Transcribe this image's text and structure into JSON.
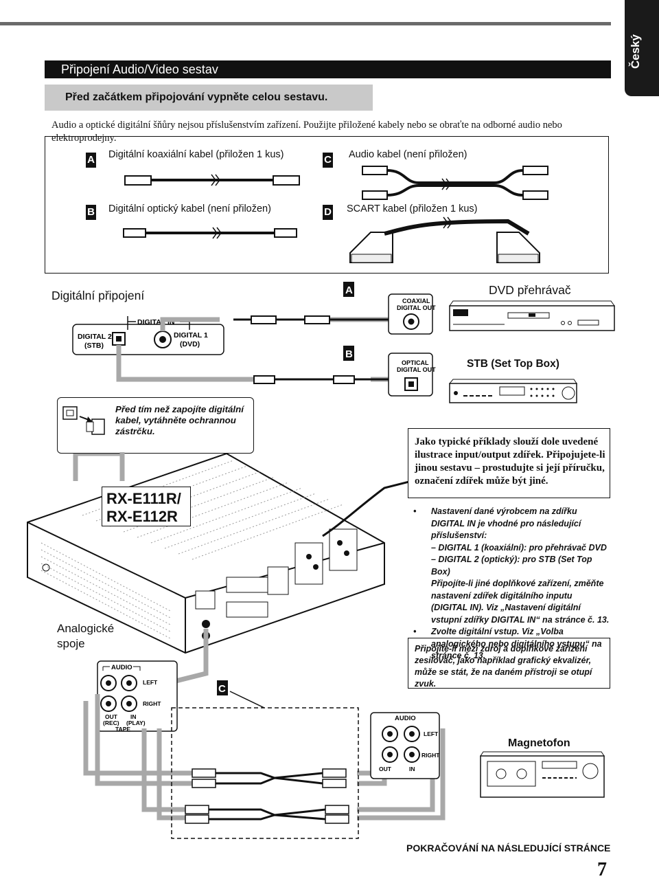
{
  "lang_tab": "Český",
  "section_title": "Připojení Audio/Video sestav",
  "warning": "Před začátkem připojování vypněte celou sestavu.",
  "intro": "Audio a optické digitální šňůry nejsou příslušenstvím zařízení. Použijte přiložené kabely nebo se obraťte na odborné audio nebo elektroprodejny.",
  "cables": {
    "a": {
      "letter": "A",
      "label": "Digitální koaxiální kabel (přiložen 1 kus)"
    },
    "b": {
      "letter": "B",
      "label": "Digitální optický kabel (není přiložen)"
    },
    "c": {
      "letter": "C",
      "label": "Audio kabel (není přiložen)"
    },
    "d": {
      "letter": "D",
      "label": "SCART kabel (přiložen 1 kus)"
    }
  },
  "digital": {
    "heading": "Digitální připojení",
    "digital_in": "DIGITAL IN",
    "digital2": "DIGITAL 2",
    "stb_paren": "(STB)",
    "digital1": "DIGITAL 1",
    "dvd_paren": "(DVD)",
    "coaxial": "COAXIAL",
    "optical": "OPTICAL",
    "digital_out": "DIGITAL OUT",
    "dvd_player": "DVD přehrávač",
    "stb": "STB (Set Top Box)",
    "callout_a": "A",
    "callout_b": "B",
    "cap_note": "Před tím než zapojíte digitální kabel, vytáhněte ochrannou zástrčku."
  },
  "model_line1": "RX-E111R/",
  "model_line2": "RX-E112R",
  "analog": {
    "heading_line1": "Analogické",
    "heading_line2": "spoje",
    "audio": "AUDIO",
    "left": "LEFT",
    "right": "RIGHT",
    "out": "OUT",
    "rec": "(REC)",
    "in": "IN",
    "play": "(PLAY)",
    "tape": "TAPE",
    "callout_c": "C",
    "tape_deck": "Magnetofon"
  },
  "note_typical": "Jako typické příklady slouží dole uvedené ilustrace input/output zdířek. Připojujete-li jinou sestavu – prostudujte si její příručku, označení zdířek může být jiné.",
  "bullets": [
    {
      "lines": [
        "Nastavení dané výrobcem na zdířku DIGITAL IN je vhodné pro následující příslušenství:",
        "– DIGITAL 1 (koaxiální): pro přehrávač DVD",
        "– DIGITAL 2 (optický): pro STB (Set Top Box)",
        "Připojíte-li jiné doplňkové zařízení, změňte nastavení zdířek digitálního inputu (DIGITAL IN). Viz „Nastavení digitální vstupní zdířky DIGITAL IN“ na stránce č. 13."
      ]
    },
    {
      "lines": [
        "Zvolte digitální vstup. Viz „Volba analogického nebo digitálního vstupu“ na stránce č. 13."
      ]
    }
  ],
  "equalizer_note": "Připojíte-li mezi zdroj a doplňkové zařízení zesilovač, jako například grafický ekvalizér, může se stát, že na daném přístroji se otupí zvuk.",
  "footer": "POKRAČOVÁNÍ NA NÁSLEDUJÍCÍ STRÁNCE",
  "page_number": "7"
}
